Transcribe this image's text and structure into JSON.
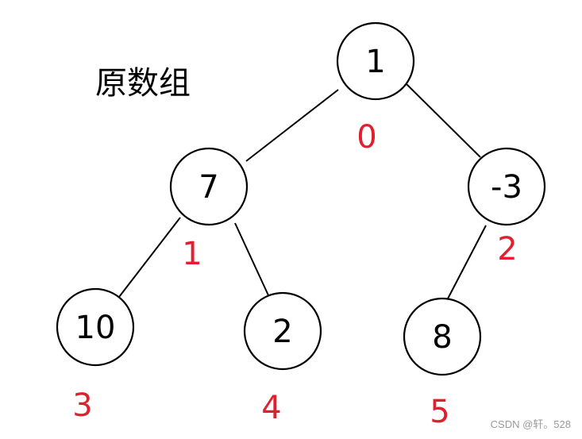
{
  "title": "原数组",
  "index_color": "#e0202f",
  "watermark": "CSDN @轩。528",
  "tree": {
    "nodes": [
      {
        "value": "1",
        "index": "0"
      },
      {
        "value": "7",
        "index": "1"
      },
      {
        "value": "-3",
        "index": "2"
      },
      {
        "value": "10",
        "index": "3"
      },
      {
        "value": "2",
        "index": "4"
      },
      {
        "value": "8",
        "index": "5"
      }
    ],
    "edges": [
      {
        "from": 0,
        "to": 1
      },
      {
        "from": 0,
        "to": 2
      },
      {
        "from": 1,
        "to": 3
      },
      {
        "from": 1,
        "to": 4
      },
      {
        "from": 2,
        "to": 5
      }
    ]
  }
}
